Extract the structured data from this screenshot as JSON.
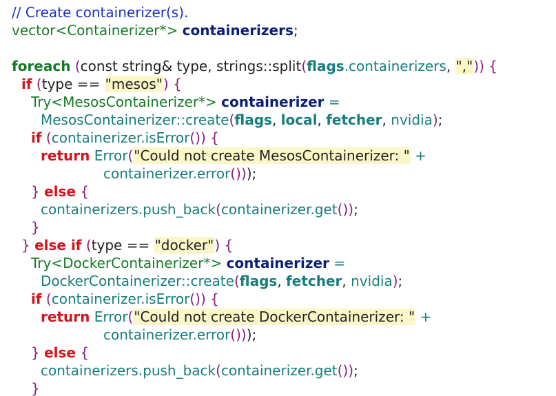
{
  "code": {
    "comment": "// Create containerizer(s).",
    "decl_type": "vector<Containerizer*>",
    "decl_name": "containerizers",
    "semicolon": ";",
    "kw_foreach": "foreach",
    "kw_if": "if",
    "kw_else": "else",
    "kw_else_if": "else if",
    "kw_return": "return",
    "const_string": "const string&",
    "type_var": "type",
    "split_call": "strings::split",
    "flags": "flags",
    "containerizers_member": ".containerizers",
    "comma_str": "\",\"",
    "type_eq": "type ==",
    "str_mesos": "\"mesos\"",
    "str_docker": "\"docker\"",
    "try_mesos": "Try<MesosContainerizer*>",
    "try_docker": "Try<DockerContainerizer*>",
    "var_containerizer": "containerizer",
    "assign": "=",
    "mesos_create": "MesosContainerizer::create",
    "docker_create": "DockerContainerizer::create",
    "local": "local",
    "fetcher": "fetcher",
    "nvidia": "nvidia",
    "is_error_call": "containerizer.isError",
    "error_ctor": "Error",
    "msg_mesos": "\"Could not create MesosContainerizer: \"",
    "msg_docker": "\"Could not create DockerContainerizer: \"",
    "plus": "+",
    "error_call": "containerizer.error",
    "push_back_call": "containerizers.push_back",
    "get_call": "containerizer.get"
  },
  "colors": {
    "comment": "#1a33c4",
    "type": "#157a26",
    "keyword_green": "#157a26",
    "keyword_red": "#d6121a",
    "identifier_bold": "#0b1f78",
    "member": "#177c7c",
    "paren": "#8a1e7e",
    "string_background": "#fbf7c6"
  }
}
